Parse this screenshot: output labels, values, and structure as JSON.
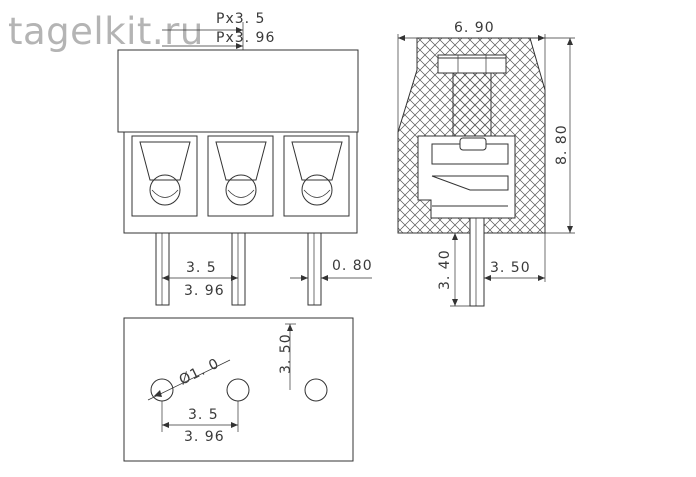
{
  "watermark": "tagelkit.ru",
  "front_view": {
    "pitch_label_1": "Px3. 5",
    "pitch_label_2": "Px3. 96",
    "pin_pitch_1": "3. 5",
    "pin_pitch_2": "3. 96",
    "pin_width": "0. 80"
  },
  "side_view": {
    "width": "6. 90",
    "height": "8. 80",
    "pin_length": "3. 40",
    "pin_offset": "3. 50"
  },
  "pcb_layout": {
    "hole_diameter": "Ø1. 0",
    "row_offset": "3. 50",
    "hole_pitch_1": "3. 5",
    "hole_pitch_2": "3. 96"
  },
  "colors": {
    "line": "#333333",
    "watermark": "#b4b4b4",
    "background": "#ffffff"
  }
}
